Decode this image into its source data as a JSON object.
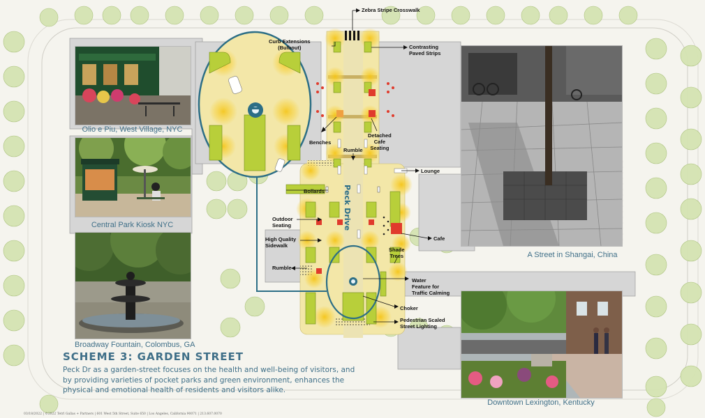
{
  "scheme": {
    "title": "SCHEME 3: GARDEN STREET",
    "description": "Peck Dr as a garden-street focuses on the health and well-being of visitors, and by providing varieties of pocket parks and green environment, enhances the physical and emotional health of residents and visitors alike."
  },
  "street_name": "Peck Drive",
  "photos": [
    {
      "caption": "Olio e Piu, West Village, NYC"
    },
    {
      "caption": "Central Park Kiosk NYC"
    },
    {
      "caption": "Broadway Fountain, Colombus, GA"
    },
    {
      "caption": "A Street in Shangai, China"
    },
    {
      "caption": "Downtown Lexington, Kentucky"
    }
  ],
  "labels": {
    "zebra": "Zebra Stripe Crosswalk",
    "curb": "Curb Extensions\n(Bulbout)",
    "contrasting": "Contrasting\nPaved Strips",
    "benches": "Benches",
    "detached": "Detached\nCafe\nSeating",
    "rumble_top": "Rumble",
    "lounge": "Lounge",
    "bollards": "Bollards",
    "outdoor": "Outdoor\nSeating",
    "high_quality": "High Quality\nSidewalk",
    "cafe": "Cafe",
    "shade": "Shade\nTrees",
    "rumble_left": "Rumble",
    "water": "Water\nFeature for\nTraffic Calming",
    "choker": "Choker",
    "lighting": "Pedestrian Scaled\nStreet Lighting"
  },
  "footer": "03/18/2022 | ©2022 Tetrl Gallas + Partners | 601 West 5th Street, Suite 650 | Los Angeles, California 90071 | 213.607.0070",
  "colors": {
    "accent": "#3f6f88",
    "paving": "#f3e7a8",
    "lawn": "#b8cf3a",
    "glow": "#f6cc2b",
    "building": "#d6d6d6",
    "tree": "#d5e4b2",
    "cafe_red": "#e03b2c"
  }
}
